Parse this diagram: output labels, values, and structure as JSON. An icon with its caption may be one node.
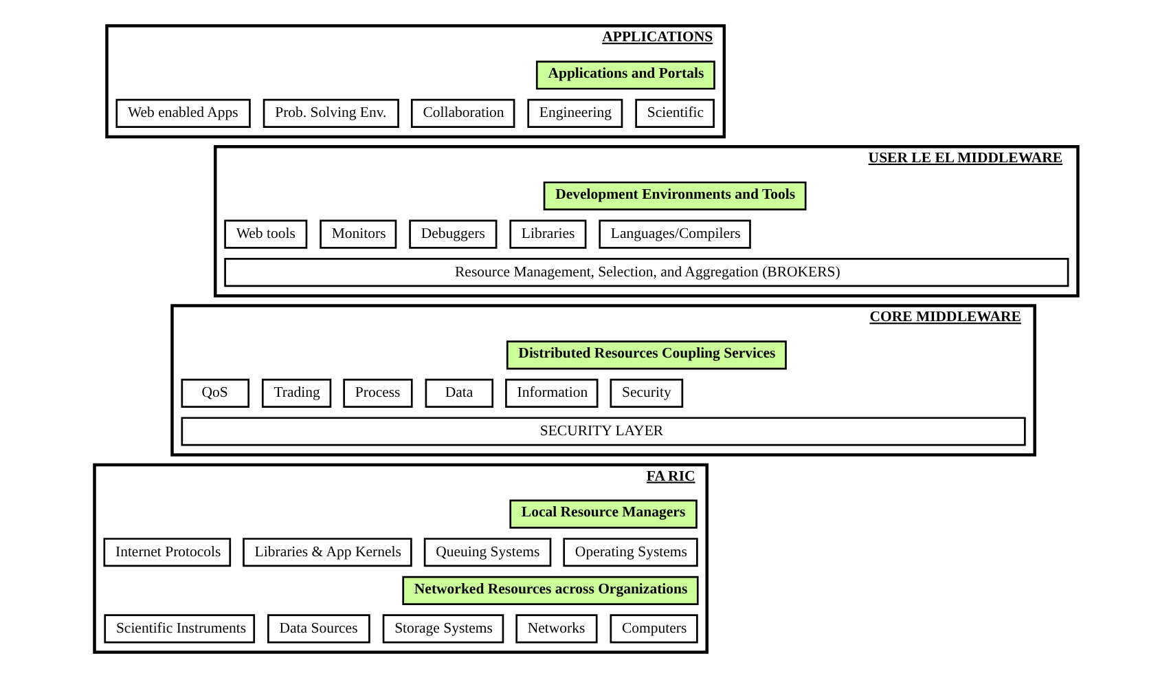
{
  "diagram": {
    "nodes": [
      {
        "text": [
          "APPLICATIONS"
        ]
      },
      {
        "text": [
          "Applications and Portals"
        ],
        "in": 0
      },
      {
        "text": [
          "Scientific"
        ],
        "in": 0
      },
      {
        "text": [
          "Engineering"
        ],
        "in": 0
      },
      {
        "text": [
          "Collaboration"
        ],
        "in": 0
      },
      {
        "text": [
          "Prob. Solving Env."
        ],
        "in": 0
      },
      {
        "text": [
          "Web enabled Apps"
        ],
        "in": 0
      },
      {
        "text": [
          "USER LE EL MIDDLEWARE"
        ]
      },
      {
        "text": [
          "Development Environments and Tools"
        ],
        "in": 7
      },
      {
        "text": [
          "Languages/Compilers"
        ],
        "in": 7
      },
      {
        "text": [
          "Libraries"
        ],
        "in": 7
      },
      {
        "text": [
          "Debuggers"
        ],
        "in": 7
      },
      {
        "text": [
          "Monitors"
        ],
        "in": 7
      },
      {
        "text": [
          "Web tools"
        ],
        "in": 7
      },
      {
        "text": [
          "Resource Management, Selection, and Aggregation (BROKERS)"
        ],
        "in": 7
      },
      {
        "text": [
          "CORE MIDDLEWARE"
        ]
      },
      {
        "text": [
          "Distributed Resources Coupling Services"
        ],
        "in": 15
      },
      {
        "text": [
          "Security"
        ],
        "in": 15
      },
      {
        "text": [
          "Information"
        ],
        "in": 15
      },
      {
        "text": [
          "Data"
        ],
        "in": 15
      },
      {
        "text": [
          "Process"
        ],
        "in": 15
      },
      {
        "text": [
          "Trading"
        ],
        "in": 15
      },
      {
        "text": [
          "QoS"
        ],
        "in": 15
      },
      {
        "text": [
          "SECURITY LAYER"
        ],
        "in": 15
      },
      {
        "text": [
          "FA RIC"
        ]
      },
      {
        "text": [
          "Local Resource Managers"
        ],
        "in": 24
      },
      {
        "text": [
          "Operating Systems"
        ],
        "in": 24
      },
      {
        "text": [
          "Queuing Systems"
        ],
        "in": 24
      },
      {
        "text": [
          "Libraries & App Kernels"
        ],
        "in": 24
      },
      {
        "text": [
          "Internet Protocols"
        ],
        "in": 24
      },
      {
        "text": [
          "Networked Resources across Organizations"
        ],
        "in": 24
      },
      {
        "text": [
          "Computers"
        ],
        "in": 24
      },
      {
        "text": [
          "Networks"
        ],
        "in": 24
      },
      {
        "text": [
          "Storage Systems"
        ],
        "in": 24
      },
      {
        "text": [
          "Data Sources"
        ],
        "in": 24
      },
      {
        "text": [
          "Scientific Instruments"
        ],
        "in": 24
      }
    ]
  }
}
